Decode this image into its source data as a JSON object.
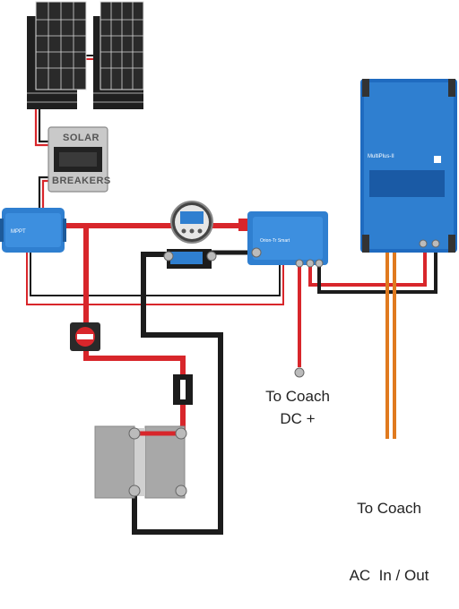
{
  "breaker_box": {
    "top_label": "SOLAR",
    "bottom_label": "BREAKERS"
  },
  "labels": {
    "coach_dc": [
      "To Coach",
      "DC +"
    ],
    "coach_ac": [
      "To Coach",
      "AC  In / Out"
    ]
  },
  "device_text": {
    "mppt_name": "MPPT",
    "inverter_name": "MultiPlus-II",
    "orion_name": "Orion-Tr Smart"
  },
  "colors": {
    "victron_blue": "#2f7fd0",
    "wire_red": "#d8262b",
    "wire_black": "#1c1c1c",
    "wire_orange": "#e07a1f",
    "panel_dark": "#2a2a2a",
    "battery_grey": "#a8a8a8"
  }
}
